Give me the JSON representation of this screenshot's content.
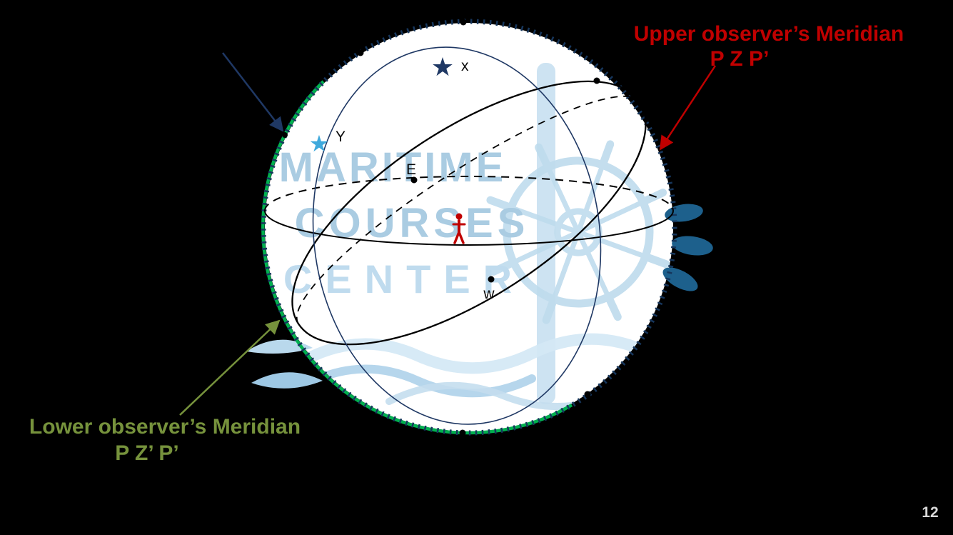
{
  "slide": {
    "page_number": "12",
    "watermark": {
      "line1": "MARITIME",
      "line2": "COURSES",
      "line3": "CENTER"
    },
    "sphere_labels": {
      "star_x": "x",
      "star_y": "Y",
      "east": "E",
      "west": "w"
    },
    "annotations": {
      "upper_meridian": {
        "line1": "Upper observer’s Meridian",
        "line2": "P Z P’",
        "color": "#c00000"
      },
      "lower_meridian": {
        "line1": "Lower observer’s Meridian",
        "line2": "P Z’ P’",
        "color": "#76923c"
      }
    },
    "icons": {
      "star_glyph": "★"
    },
    "colors": {
      "background": "#000000",
      "sphere_fill": "#ffffff",
      "meridian_ring_navy": "#16365c",
      "green_arc": "#00b050",
      "hour_circle_navy": "#1f3864",
      "equator_black": "#000000",
      "star_x_navy": "#1f3864",
      "star_y_blue": "#3fa9dc",
      "person_red": "#c00000",
      "watermark_blue": "#9fc5df",
      "page_number_gray": "#d9d9d9"
    }
  }
}
